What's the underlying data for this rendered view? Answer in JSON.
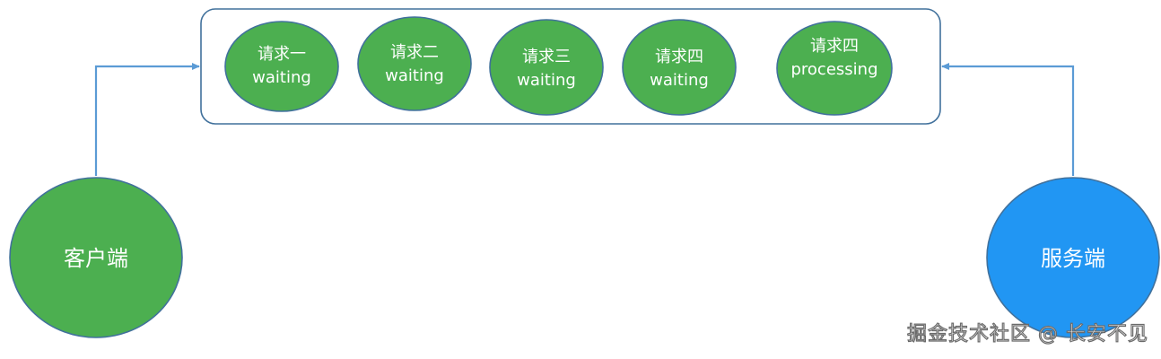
{
  "colors": {
    "green": "#4CAF50",
    "blue": "#2196F3",
    "border": "#41719C",
    "arrow": "#5B9BD5",
    "text": "#FFFFFF"
  },
  "queue": {
    "requests": [
      {
        "line1": "请求一",
        "line2": "waiting"
      },
      {
        "line1": "请求二",
        "line2": "waiting"
      },
      {
        "line1": "请求三",
        "line2": "waiting"
      },
      {
        "line1": "请求四",
        "line2": "waiting"
      },
      {
        "line1": "请求四",
        "line2": "processing"
      }
    ]
  },
  "client": {
    "label": "客户端"
  },
  "server": {
    "label": "服务端"
  },
  "watermark": "掘金技术社区 @ 长安不见"
}
